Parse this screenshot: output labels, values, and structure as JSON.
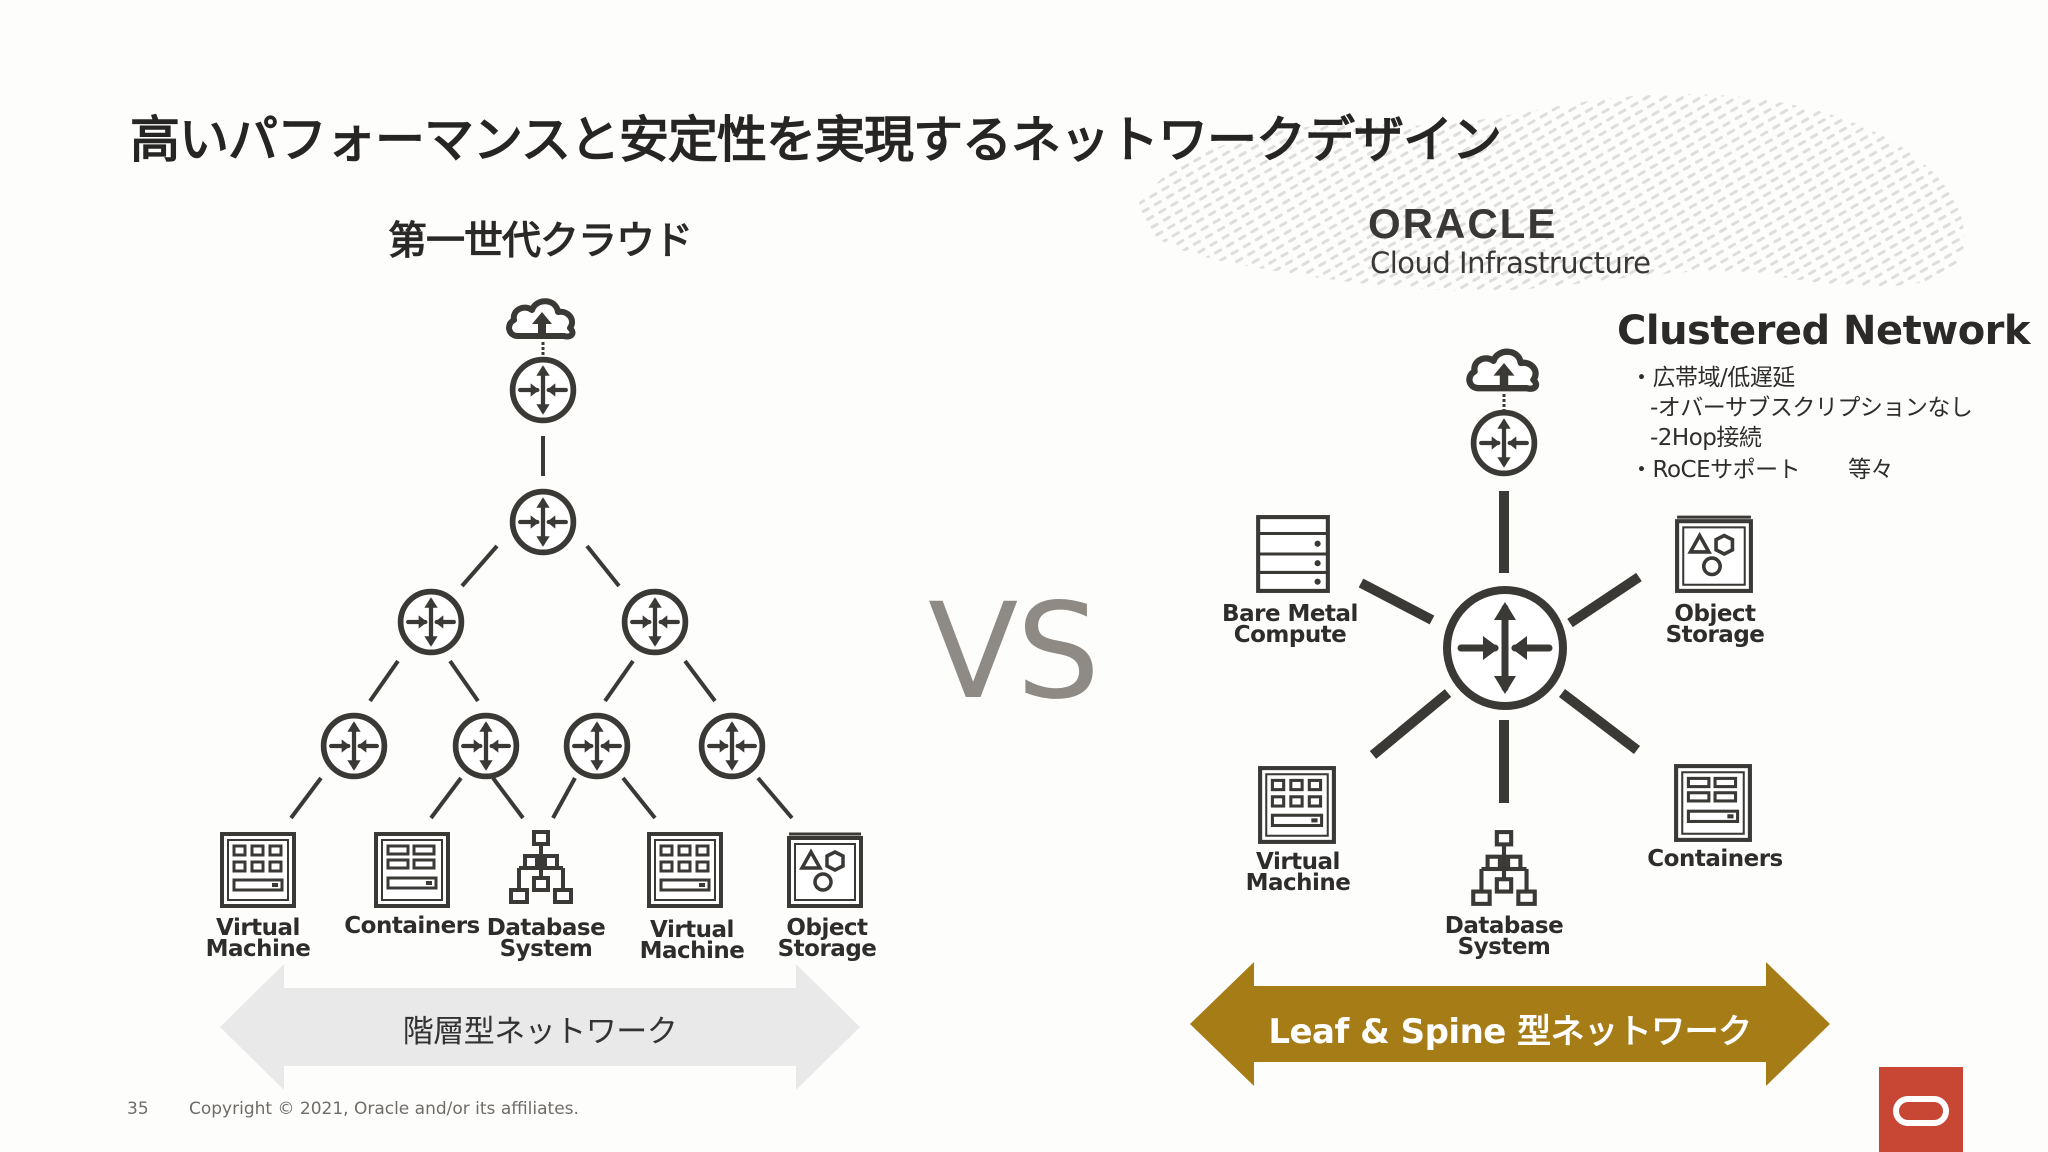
{
  "slide": {
    "title": "高いパフォーマンスと安定性を実現するネットワークデザイン",
    "page_number": "35",
    "copyright": "Copyright © 2021, Oracle and/or its affiliates."
  },
  "left": {
    "heading": "第一世代クラウド",
    "resources": [
      {
        "line1": "Virtual",
        "line2": "Machine",
        "icon": "virtual-machine-icon"
      },
      {
        "line1": "Containers",
        "line2": "",
        "icon": "containers-icon"
      },
      {
        "line1": "Database",
        "line2": "System",
        "icon": "database-system-icon"
      },
      {
        "line1": "Virtual",
        "line2": "Machine",
        "icon": "virtual-machine-icon"
      },
      {
        "line1": "Object",
        "line2": "Storage",
        "icon": "object-storage-icon"
      }
    ],
    "arrow_label": "階層型ネットワーク",
    "arrow_color": "#e9e9e9"
  },
  "vs": "VS",
  "right": {
    "brand_name": "ORACLE",
    "brand_sub": "Cloud Infrastructure",
    "cluster_title": "Clustered Network",
    "features": [
      "・広帯域/低遅延",
      "-オバーサブスクリプションなし",
      "-2Hop接続",
      "・RoCEサポート"
    ],
    "features_suffix": "等々",
    "resources": [
      {
        "line1": "Bare Metal",
        "line2": "Compute",
        "icon": "bare-metal-compute-icon"
      },
      {
        "line1": "Object",
        "line2": "Storage",
        "icon": "object-storage-icon"
      },
      {
        "line1": "Virtual",
        "line2": "Machine",
        "icon": "virtual-machine-icon"
      },
      {
        "line1": "Database",
        "line2": "System",
        "icon": "database-system-icon"
      },
      {
        "line1": "Containers",
        "line2": "",
        "icon": "containers-icon"
      }
    ],
    "arrow_label": "Leaf & Spine 型ネットワーク",
    "arrow_color": "#a67c16"
  },
  "colors": {
    "icon_stroke": "#3b3936",
    "brand_red": "#c74634"
  }
}
